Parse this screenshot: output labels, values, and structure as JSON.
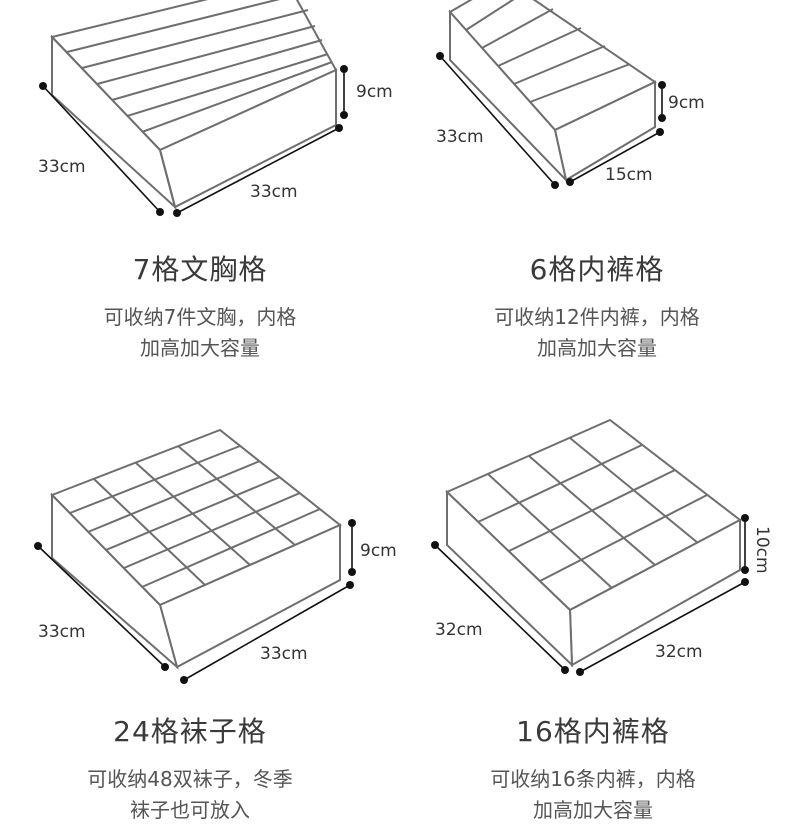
{
  "products": [
    {
      "title": "7格文胸格",
      "desc": [
        "可收纳7件文胸，内格",
        "加高加大容量"
      ],
      "dims": {
        "left": "33cm",
        "bottom": "33cm",
        "height": "9cm"
      }
    },
    {
      "title": "6格内裤格",
      "desc": [
        "可收纳12件内裤，内格",
        "加高加大容量"
      ],
      "dims": {
        "left": "33cm",
        "bottom": "15cm",
        "height": "9cm"
      }
    },
    {
      "title": "24格袜子格",
      "desc": [
        "可收纳48双袜子，冬季",
        "袜子也可放入"
      ],
      "dims": {
        "left": "33cm",
        "bottom": "33cm",
        "height": "9cm"
      }
    },
    {
      "title": "16格内裤格",
      "desc": [
        "可收纳16条内裤，内格",
        "加高加大容量"
      ],
      "dims": {
        "left": "32cm",
        "bottom": "32cm",
        "height": "10cm"
      }
    }
  ]
}
